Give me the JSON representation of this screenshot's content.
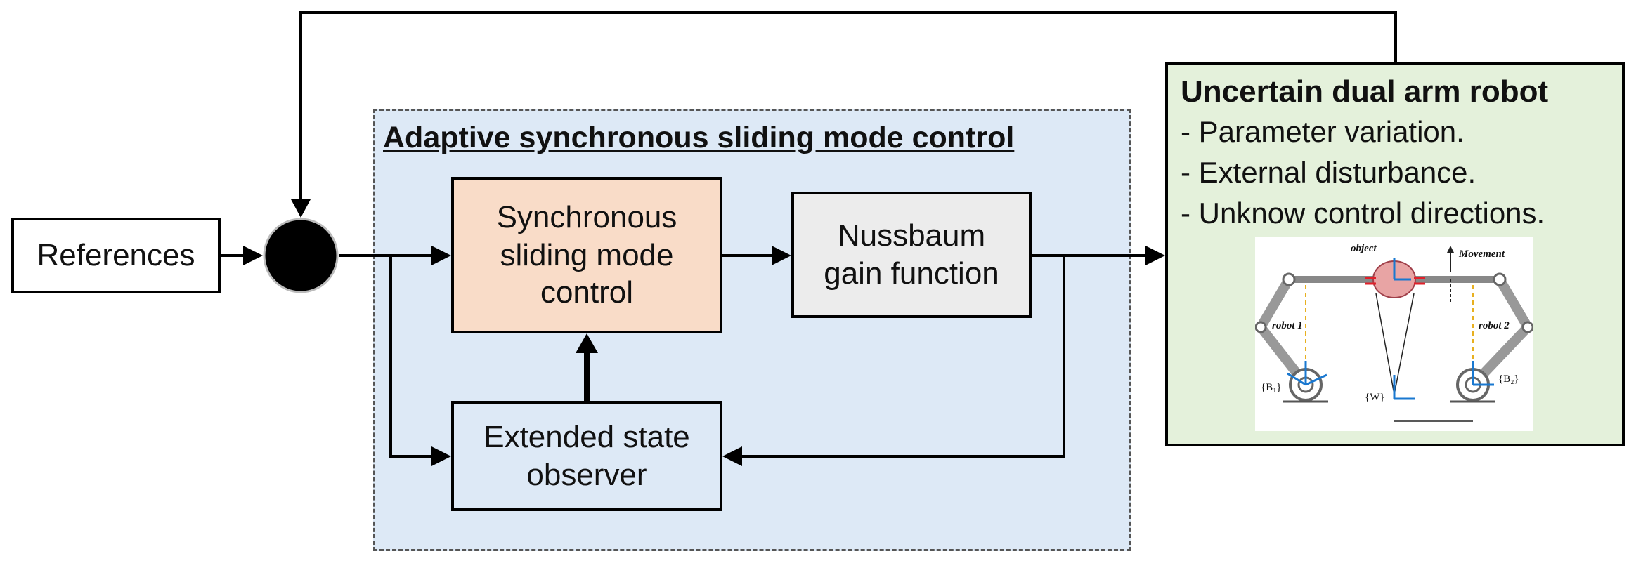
{
  "references": {
    "label": "References"
  },
  "controller": {
    "title": "Adaptive synchronous sliding mode control",
    "smc": {
      "label": "Synchronous\nsliding mode\ncontrol"
    },
    "nussbaum": {
      "label": "Nussbaum\ngain function"
    },
    "eso": {
      "label": "Extended state\nobserver"
    }
  },
  "plant": {
    "title": "Uncertain dual arm robot",
    "items": [
      "- Parameter variation.",
      "- External disturbance.",
      "- Unknow control directions."
    ],
    "figure": {
      "object_label": "object",
      "movement_label": "Movement",
      "robot1_label": "robot 1",
      "robot2_label": "robot 2",
      "frame_b1": "{B₁}",
      "frame_b2": "{B₂}",
      "frame_w": "{W}"
    }
  },
  "colors": {
    "controller_bg": "#dde9f6",
    "smc_bg": "#f9dcc8",
    "nussbaum_bg": "#ececec",
    "plant_bg": "#e4f1db",
    "object_fill": "#e8a4a4",
    "force_red": "#e0202a",
    "axis_blue": "#1a78d0"
  }
}
